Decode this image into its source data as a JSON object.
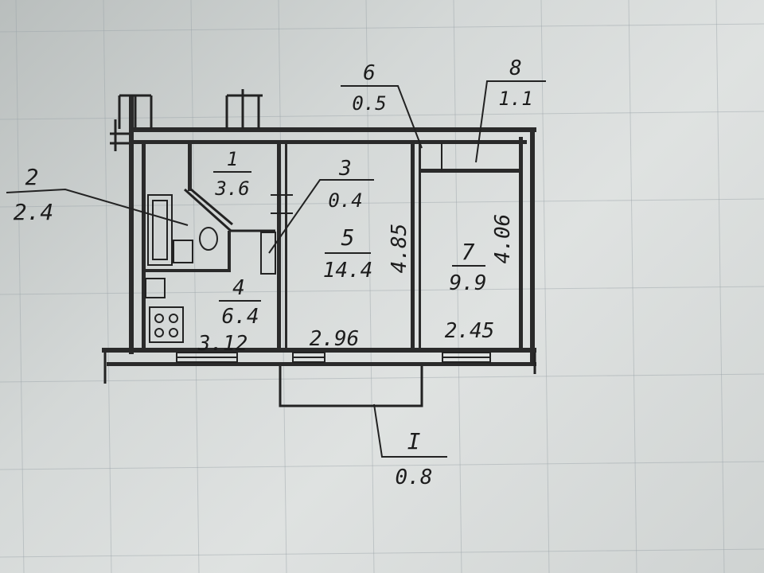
{
  "rooms": [
    {
      "number": "1",
      "area": "3.6"
    },
    {
      "number": "2",
      "area": "2.4"
    },
    {
      "number": "3",
      "area": "0.4"
    },
    {
      "number": "4",
      "area": "6.4"
    },
    {
      "number": "5",
      "area": "14.4"
    },
    {
      "number": "6",
      "area": "0.5"
    },
    {
      "number": "7",
      "area": "9.9"
    },
    {
      "number": "8",
      "area": "1.1"
    }
  ],
  "balcony": {
    "number": "I",
    "area": "0.8"
  },
  "dimensions": {
    "kitchen_width": "3.12",
    "living_width": "2.96",
    "bedroom_width": "2.45",
    "living_depth": "4.85",
    "bedroom_depth": "4.06"
  }
}
